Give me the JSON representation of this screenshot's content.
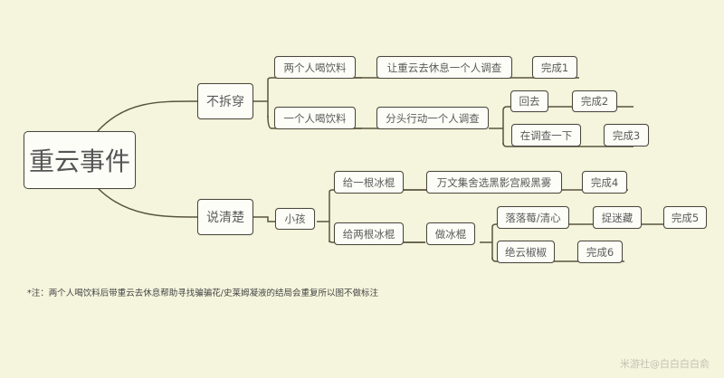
{
  "diagram": {
    "root": {
      "label": "重云事件"
    },
    "branches": [
      {
        "label": "不拆穿",
        "children": [
          {
            "label": "两个人喝饮料",
            "children": [
              {
                "label": "让重云去休息一个人调查",
                "children": [
                  {
                    "label": "完成1"
                  }
                ]
              }
            ]
          },
          {
            "label": "一个人喝饮料",
            "children": [
              {
                "label": "分头行动一个人调查",
                "children": [
                  {
                    "label": "回去",
                    "children": [
                      {
                        "label": "完成2"
                      }
                    ]
                  },
                  {
                    "label": "在调查一下",
                    "children": [
                      {
                        "label": "完成3"
                      }
                    ]
                  }
                ]
              }
            ]
          }
        ]
      },
      {
        "label": "说清楚",
        "children": [
          {
            "label": "小孩",
            "children": [
              {
                "label": "给一根冰棍",
                "children": [
                  {
                    "label": "万文集舍选黑影宫殿黑雾",
                    "children": [
                      {
                        "label": "完成4"
                      }
                    ]
                  }
                ]
              },
              {
                "label": "给两根冰棍",
                "children": [
                  {
                    "label": "做冰棍",
                    "children": [
                      {
                        "label": "落落莓/清心",
                        "children": [
                          {
                            "label": "捉迷藏",
                            "children": [
                              {
                                "label": "完成5"
                              }
                            ]
                          }
                        ]
                      },
                      {
                        "label": "绝云椒椒",
                        "children": [
                          {
                            "label": "完成6"
                          }
                        ]
                      }
                    ]
                  }
                ]
              }
            ]
          }
        ]
      }
    ]
  },
  "note": "*注：两个人喝饮料后带重云去休息帮助寻找骗骗花/史莱姆凝液的结局会重复所以图不做标注",
  "watermark": "米游社@白白白白俞",
  "colors": {
    "background": "#f4f5dc",
    "node_fill": "#fdfdf7",
    "node_border": "#4b463c",
    "link": "#5a543f",
    "text": "#5a5a5a"
  }
}
